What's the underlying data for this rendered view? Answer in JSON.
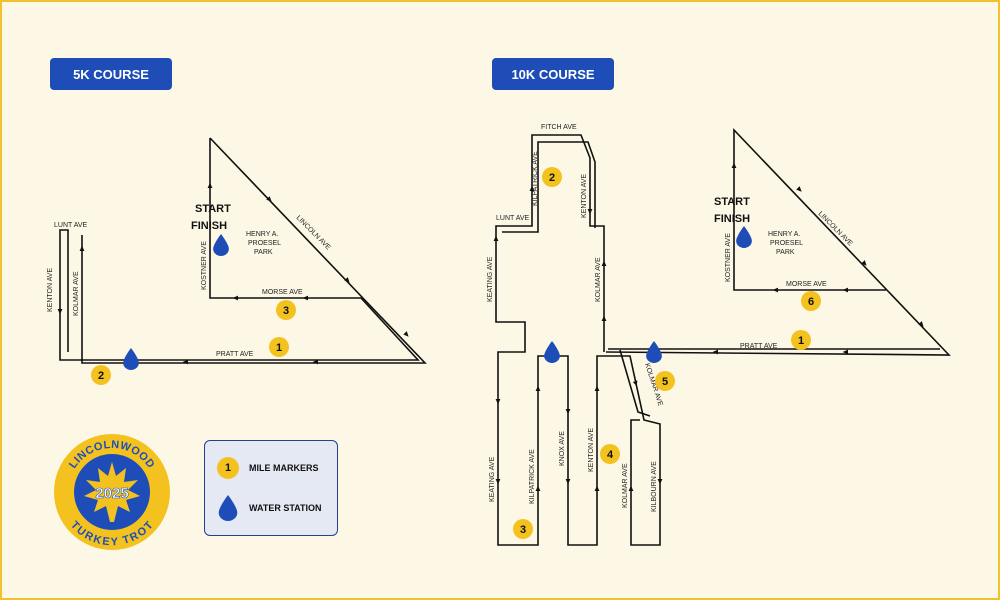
{
  "courses": {
    "five_k": {
      "title": "5K COURSE",
      "start_label": "START",
      "finish_label": "FINISH",
      "park_lines": [
        "HENRY A.",
        "PROESEL",
        "PARK"
      ],
      "streets": {
        "lunt": "LUNT AVE",
        "kenton": "KENTON AVE",
        "kolmar": "KOLMAR AVE",
        "kostner": "KOSTNER AVE",
        "lincoln": "LINCOLN AVE",
        "morse": "MORSE AVE",
        "pratt": "PRATT AVE"
      },
      "mile_markers": [
        "1",
        "2",
        "3"
      ]
    },
    "ten_k": {
      "title": "10K COURSE",
      "start_label": "START",
      "finish_label": "FINISH",
      "park_lines": [
        "HENRY A.",
        "PROESEL",
        "PARK"
      ],
      "streets": {
        "fitch": "FITCH AVE",
        "kilpatrick_north": "KILPATRICK AVE",
        "kenton_north": "KENTON AVE",
        "lunt": "LUNT AVE",
        "keating_north": "KEATING AVE",
        "kolmar_north": "KOLMAR AVE",
        "kostner": "KOSTNER AVE",
        "lincoln": "LINCOLN AVE",
        "morse": "MORSE AVE",
        "pratt": "PRATT AVE",
        "kolmar_diag": "KOLMAR AVE",
        "keating_south": "KEATING AVE",
        "kilpatrick_south": "KILPATRICK AVE",
        "knox": "KNOX AVE",
        "kenton_south": "KENTON AVE",
        "kolmar_south": "KOLMAR AVE",
        "kilbourn": "KILBOURN AVE"
      },
      "mile_markers": [
        "1",
        "2",
        "3",
        "4",
        "5",
        "6"
      ]
    }
  },
  "legend": {
    "mile_marker_sample": "1",
    "mile_markers_label": "MILE MARKERS",
    "water_station_label": "WATER STATION"
  },
  "logo": {
    "top_text": "LINCOLNWOOD",
    "year": "2025",
    "bottom_text": "TURKEY TROT"
  },
  "colors": {
    "background": "#fdf8e6",
    "accent_blue": "#1f4db8",
    "marker_yellow": "#f4c21f",
    "route": "#111111"
  }
}
